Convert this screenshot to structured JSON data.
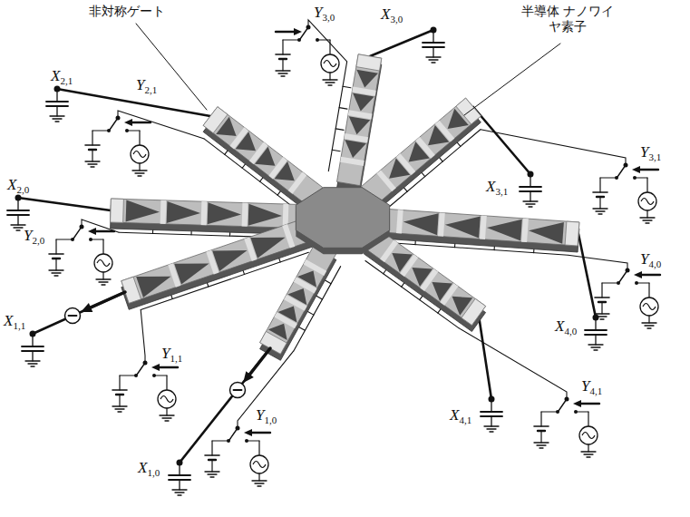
{
  "diagram": {
    "labels": [
      "非対称ゲート",
      "半導体 ナノワイヤ素子",
      "X2,1",
      "Y3,0",
      "X3,0",
      "Y2,1",
      "X3,1",
      "Y3,1",
      "X2,0",
      "Y2,0",
      "Y4,0",
      "X4,0",
      "X1,1",
      "Y1,1",
      "X4,1",
      "Y4,1",
      "Y1,0",
      "X1,0"
    ]
  }
}
